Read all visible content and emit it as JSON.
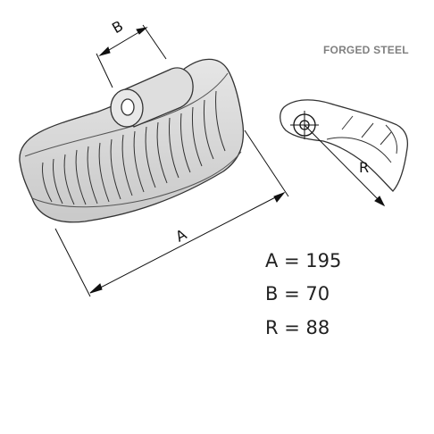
{
  "material_label": "FORGED STEEL",
  "dimension_labels": {
    "a": "A",
    "b": "B",
    "r": "R"
  },
  "specs": {
    "a": "A = 195",
    "b": "B = 70",
    "r": "R = 88"
  }
}
